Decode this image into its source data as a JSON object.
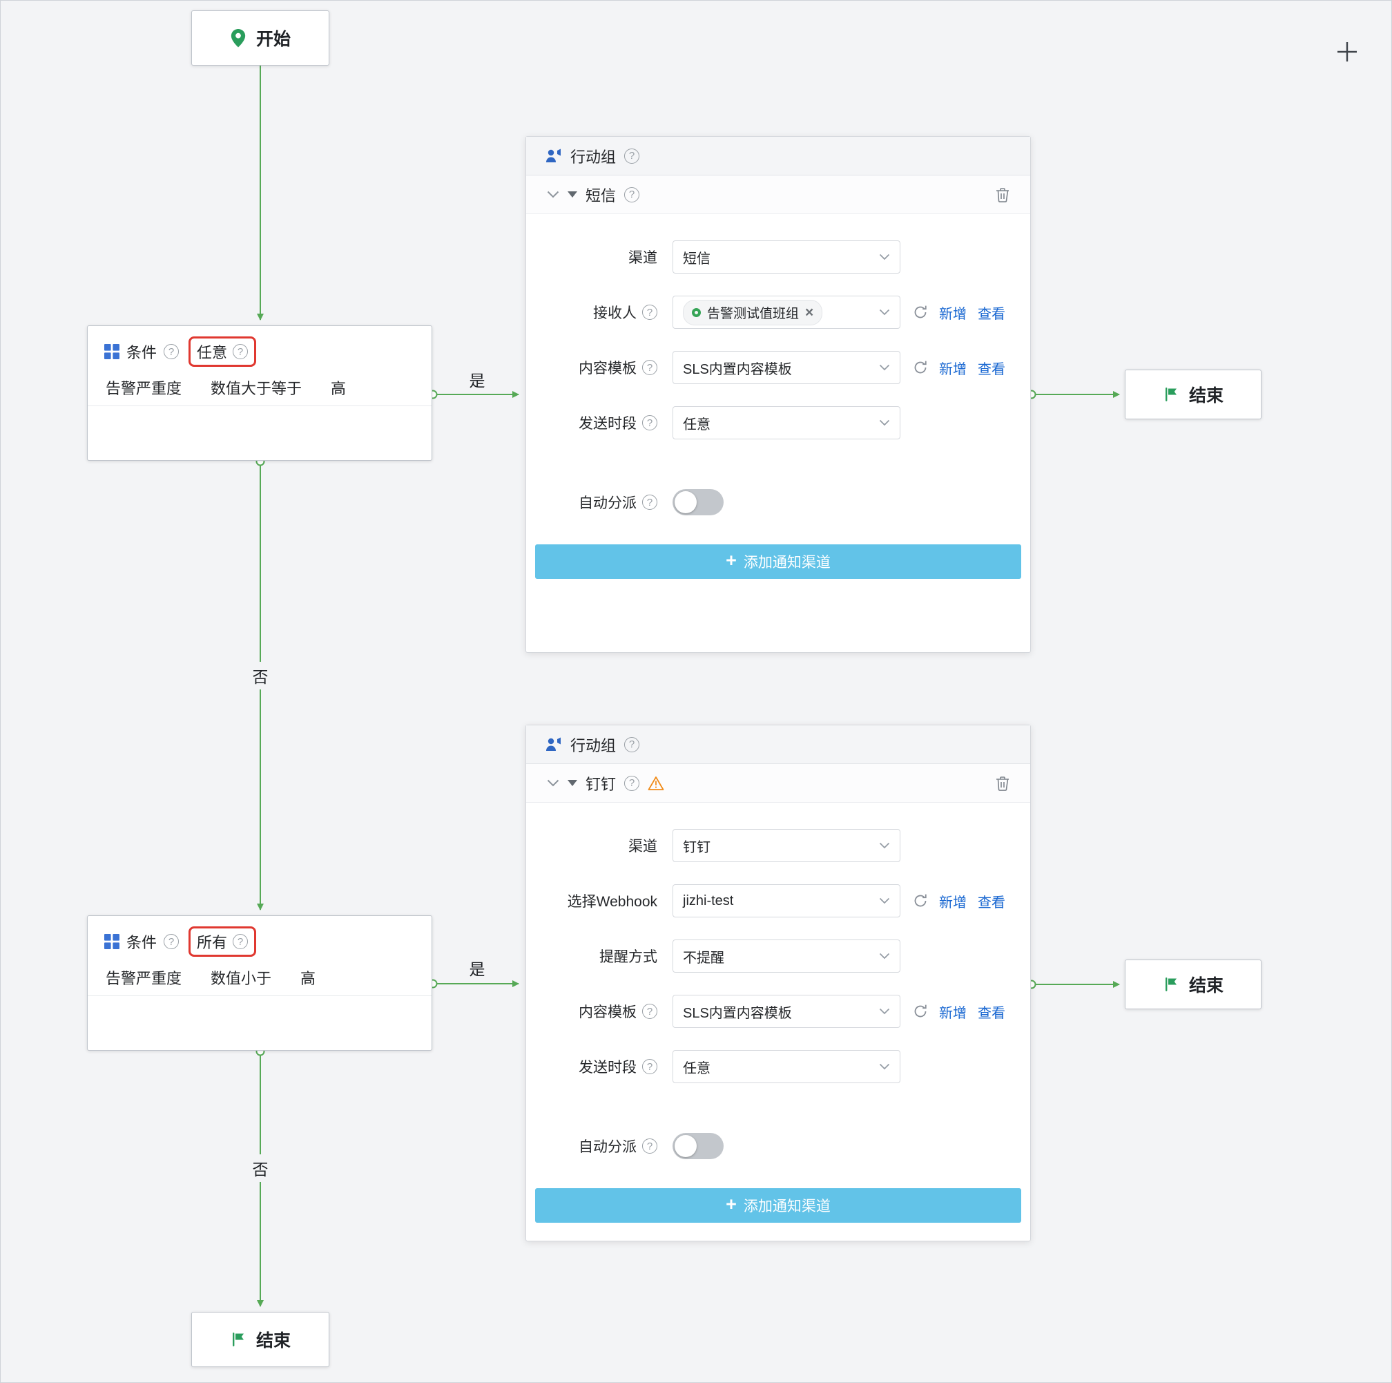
{
  "colors": {
    "background": "#f3f4f6",
    "edge_green": "#56a956",
    "icon_green": "#2a9d5c",
    "icon_blue": "#3a72d4",
    "link_blue": "#1766d1",
    "button_blue": "#62c3e8",
    "highlight_red": "#e03830",
    "warning_orange": "#f08c1a"
  },
  "icons": {
    "plus": "+",
    "close": "×",
    "question": "?"
  },
  "nodes": {
    "start": {
      "label": "开始"
    },
    "end_top": {
      "label": "结束"
    },
    "end_mid": {
      "label": "结束"
    },
    "end_bottom": {
      "label": "结束"
    }
  },
  "edges": {
    "yes1": "是",
    "no1": "否",
    "yes2": "是",
    "no2": "否"
  },
  "conditions": [
    {
      "title": "条件",
      "mode": "任意",
      "rule": [
        "告警严重度",
        "数值大于等于",
        "高"
      ]
    },
    {
      "title": "条件",
      "mode": "所有",
      "rule": [
        "告警严重度",
        "数值小于",
        "高"
      ]
    }
  ],
  "panels": [
    {
      "title": "行动组",
      "section": "短信",
      "rows": [
        {
          "label": "渠道",
          "value": "短信"
        },
        {
          "label": "接收人",
          "tag": "告警测试值班组",
          "link_new": "新增",
          "link_view": "查看"
        },
        {
          "label": "内容模板",
          "value": "SLS内置内容模板",
          "link_new": "新增",
          "link_view": "查看"
        },
        {
          "label": "发送时段",
          "value": "任意"
        }
      ],
      "toggle_label": "自动分派",
      "add_button": "添加通知渠道"
    },
    {
      "title": "行动组",
      "section": "钉钉",
      "rows": [
        {
          "label": "渠道",
          "value": "钉钉"
        },
        {
          "label": "选择Webhook",
          "value": "jizhi-test",
          "link_new": "新增",
          "link_view": "查看"
        },
        {
          "label": "提醒方式",
          "value": "不提醒"
        },
        {
          "label": "内容模板",
          "value": "SLS内置内容模板",
          "link_new": "新增",
          "link_view": "查看"
        },
        {
          "label": "发送时段",
          "value": "任意"
        }
      ],
      "toggle_label": "自动分派",
      "add_button": "添加通知渠道"
    }
  ]
}
